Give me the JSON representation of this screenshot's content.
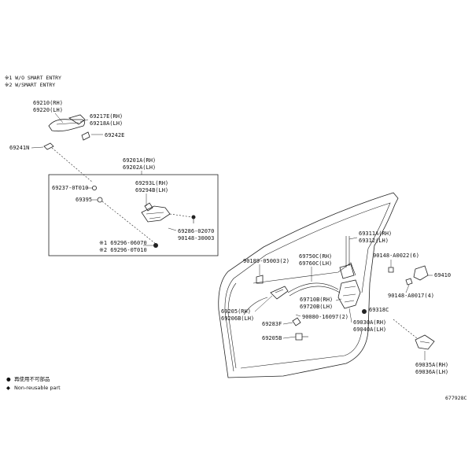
{
  "notes": [
    "※1 W/O SMART ENTRY",
    "※2 W/SMART ENTRY"
  ],
  "parts": {
    "p69210": "69210(RH)",
    "p69220": "69220(LH)",
    "p69217E": "69217E(RH)",
    "p69218A": "69218A(LH)",
    "p69242E": "69242E",
    "p69241N": "69241N",
    "p69201A": "69201A(RH)",
    "p69202A": "69202A(LH)",
    "p69293L": "69293L(RH)",
    "p69294B": "69294B(LH)",
    "p69237": "69237-0T010",
    "p69395": "69395",
    "p69286a": "69286-02070",
    "p90148a": "90148-30003",
    "p69296a": "※1 69296-06070",
    "p69296b": "※2 69296-0T010",
    "p90189": "90189-05003(2)",
    "p69311A": "69311A(RH)",
    "p69312": "69312(LH)",
    "p90148b": "90148-A0022(6)",
    "p69410": "69410",
    "p90148c": "90148-A0017(4)",
    "p69750C": "69750C(RH)",
    "p69760C": "69760C(LH)",
    "p69710B": "69710B(RH)",
    "p69720B": "69720B(LH)",
    "p69205": "69205(RH)",
    "p69206B": "69206B(LH)",
    "p90080": "90080-16097(2)",
    "p69318C": "69318C",
    "p69283F": "69283F",
    "p69205B": "69205B",
    "p69030A": "69030A(RH)",
    "p69040A": "69040A(LH)",
    "p69035A": "69035A(RH)",
    "p69036A": "69036A(LH)"
  },
  "legend": [
    {
      "symbol": "●",
      "text": "再使用不可部品"
    },
    {
      "symbol": "◆",
      "text": "Non-reusable part"
    }
  ],
  "figure_code": "677928C"
}
